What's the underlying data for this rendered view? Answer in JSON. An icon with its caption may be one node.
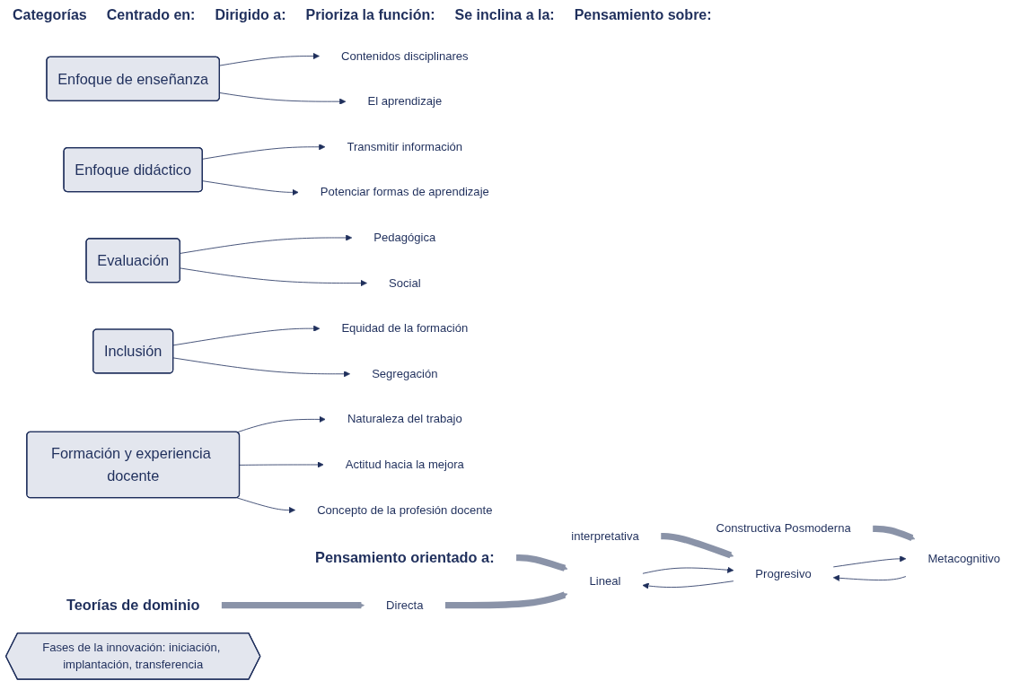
{
  "diagram": {
    "nodes": [
      {
        "text": [
          "Enfoque de enseñanza"
        ]
      },
      {
        "text": [
          "Contenidos disciplinares"
        ]
      },
      {
        "text": [
          "El aprendizaje"
        ]
      },
      {
        "text": [
          "Enfoque didáctico"
        ]
      },
      {
        "text": [
          "Transmitir información"
        ]
      },
      {
        "text": [
          "Potenciar formas de aprendizaje"
        ]
      },
      {
        "text": [
          "Evaluación"
        ]
      },
      {
        "text": [
          "Pedagógica"
        ]
      },
      {
        "text": [
          "Social"
        ]
      },
      {
        "text": [
          "Inclusión"
        ]
      },
      {
        "text": [
          "Equidad de la formación"
        ]
      },
      {
        "text": [
          "Segregación"
        ]
      },
      {
        "text": [
          "Formación y experiencia docente"
        ]
      },
      {
        "text": [
          "Naturaleza del trabajo"
        ]
      },
      {
        "text": [
          "Actitud hacia la mejora"
        ]
      },
      {
        "text": [
          "Concepto de la profesión docente"
        ]
      },
      {
        "text": [
          "Teorías de dominio"
        ]
      },
      {
        "text": [
          "Pensamiento orientado a:"
        ]
      },
      {
        "text": [
          "Directa"
        ]
      },
      {
        "text": [
          "Lineal"
        ]
      },
      {
        "text": [
          "interpretativa"
        ]
      },
      {
        "text": [
          "Progresivo"
        ]
      },
      {
        "text": [
          "Constructiva Posmoderna"
        ]
      },
      {
        "text": [
          "Metacognitivo"
        ]
      },
      {
        "text": [
          "Fases de la innovación: iniciación, implantación, transferencia"
        ]
      }
    ],
    "edges": [
      {
        "from": 0,
        "to": 1,
        "arrow": "to"
      },
      {
        "from": 0,
        "to": 2,
        "arrow": "to"
      },
      {
        "from": 3,
        "to": 4,
        "arrow": "to"
      },
      {
        "from": 3,
        "to": 5,
        "arrow": "to"
      },
      {
        "from": 6,
        "to": 7,
        "arrow": "to"
      },
      {
        "from": 6,
        "to": 8,
        "arrow": "to"
      },
      {
        "from": 9,
        "to": 10,
        "arrow": "to"
      },
      {
        "from": 9,
        "to": 11,
        "arrow": "to"
      },
      {
        "from": 12,
        "to": 13,
        "arrow": "to"
      },
      {
        "from": 12,
        "to": 14,
        "arrow": "to"
      },
      {
        "from": 12,
        "to": 15,
        "arrow": "to"
      },
      {
        "from": 16,
        "to": 18,
        "arrow": "to",
        "style": "thick",
        "color": "#8a93a8"
      },
      {
        "from": 17,
        "to": 19,
        "arrow": "to",
        "style": "thick",
        "color": "#8a93a8"
      },
      {
        "from": 18,
        "to": 19,
        "arrow": "to",
        "style": "thick",
        "color": "#8a93a8"
      },
      {
        "from": 20,
        "to": 21,
        "arrow": "to",
        "style": "thick",
        "color": "#8a93a8"
      },
      {
        "from": 22,
        "to": 23,
        "arrow": "to",
        "style": "thick",
        "color": "#8a93a8"
      },
      {
        "from": 19,
        "to": 21,
        "arrow": "to"
      },
      {
        "from": 21,
        "to": 19,
        "arrow": "to"
      },
      {
        "from": 21,
        "to": 23,
        "arrow": "to"
      },
      {
        "from": 23,
        "to": 21,
        "arrow": "to"
      }
    ],
    "labels": [
      "Categorías",
      "Centrado en:",
      "Dirigido a:",
      "Prioriza la función:",
      "Se inclina a la:",
      "Pensamiento sobre:"
    ]
  }
}
